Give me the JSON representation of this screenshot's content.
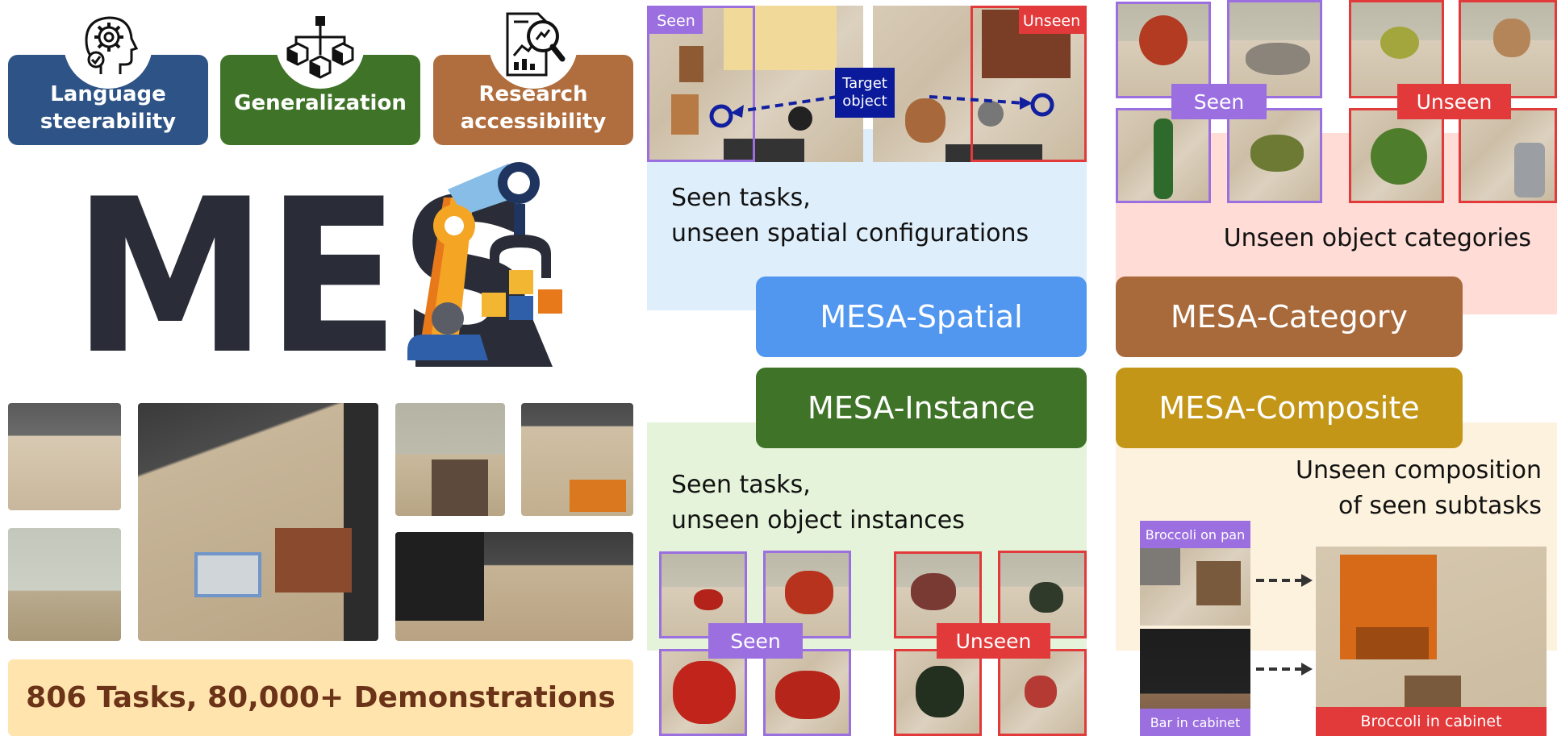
{
  "features": [
    {
      "label": "Language\nsteerability",
      "color": "#2e5386",
      "icon": "head-gear-icon"
    },
    {
      "label": "Generalization",
      "color": "#3f7428",
      "icon": "network-cubes-icon"
    },
    {
      "label": "Research\naccessibility",
      "color": "#b06d3d",
      "icon": "report-magnifier-icon"
    }
  ],
  "logo": {
    "text": "MES",
    "icon": "robot-arm-icon"
  },
  "banner": {
    "text": "806 Tasks, 80,000+ Demonstrations"
  },
  "spatial": {
    "seen_label": "Seen",
    "unseen_label": "Unseen",
    "target_label": "Target\nobject",
    "caption": "Seen tasks,\nunseen spatial configurations",
    "variant": "MESA-Spatial"
  },
  "instance": {
    "seen_label": "Seen",
    "unseen_label": "Unseen",
    "caption": "Seen tasks,\nunseen object instances",
    "variant": "MESA-Instance"
  },
  "category": {
    "seen_label": "Seen",
    "unseen_label": "Unseen",
    "caption": "Unseen object categories",
    "variant": "MESA-Category"
  },
  "composite": {
    "caption": "Unseen composition\nof seen subtasks",
    "variant": "MESA-Composite",
    "subtask1": "Broccoli on pan",
    "subtask2": "Bar in cabinet",
    "result": "Broccoli in cabinet"
  },
  "colors": {
    "seen": "#9b6fe0",
    "unseen": "#e2393a",
    "spatial": "#5197f0",
    "instance": "#3f7428",
    "category": "#a8693b",
    "composite": "#c39617",
    "banner": "#ffe4ae",
    "banner_text": "#6b3318"
  }
}
